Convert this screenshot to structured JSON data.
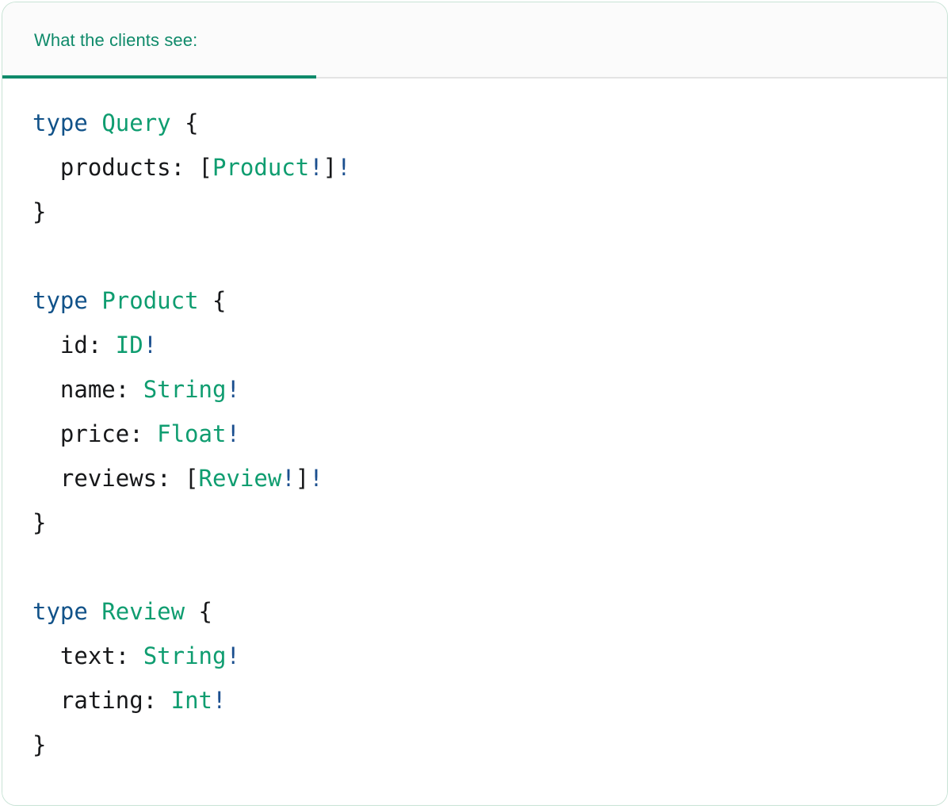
{
  "card": {
    "accent_color": "#0f8a6a",
    "border_color": "#c8e3d5",
    "background": "#ffffff"
  },
  "header": {
    "tab_label": "What the clients see:",
    "tab_background": "#fbfbfb",
    "underline_color": "#0f8a6a",
    "inactive_underline_color": "#e4e4e4",
    "label_color": "#0f8a6a"
  },
  "code": {
    "language": "graphql",
    "colors": {
      "keyword": "#115289",
      "typename": "#0f9d70",
      "field": "#17181a",
      "type": "#0f9d70",
      "punct": "#17181a",
      "bang": "#1b4f8f"
    },
    "lines": [
      [
        {
          "t": "type",
          "c": "keyword"
        },
        {
          "t": " ",
          "c": "punct"
        },
        {
          "t": "Query",
          "c": "typename"
        },
        {
          "t": " {",
          "c": "punct"
        }
      ],
      [
        {
          "t": "  products: ",
          "c": "field"
        },
        {
          "t": "[",
          "c": "punct"
        },
        {
          "t": "Product",
          "c": "type"
        },
        {
          "t": "!",
          "c": "bang"
        },
        {
          "t": "]",
          "c": "punct"
        },
        {
          "t": "!",
          "c": "bang"
        }
      ],
      [
        {
          "t": "}",
          "c": "punct"
        }
      ],
      [],
      [
        {
          "t": "type",
          "c": "keyword"
        },
        {
          "t": " ",
          "c": "punct"
        },
        {
          "t": "Product",
          "c": "typename"
        },
        {
          "t": " {",
          "c": "punct"
        }
      ],
      [
        {
          "t": "  id: ",
          "c": "field"
        },
        {
          "t": "ID",
          "c": "type"
        },
        {
          "t": "!",
          "c": "bang"
        }
      ],
      [
        {
          "t": "  name: ",
          "c": "field"
        },
        {
          "t": "String",
          "c": "type"
        },
        {
          "t": "!",
          "c": "bang"
        }
      ],
      [
        {
          "t": "  price: ",
          "c": "field"
        },
        {
          "t": "Float",
          "c": "type"
        },
        {
          "t": "!",
          "c": "bang"
        }
      ],
      [
        {
          "t": "  reviews: ",
          "c": "field"
        },
        {
          "t": "[",
          "c": "punct"
        },
        {
          "t": "Review",
          "c": "type"
        },
        {
          "t": "!",
          "c": "bang"
        },
        {
          "t": "]",
          "c": "punct"
        },
        {
          "t": "!",
          "c": "bang"
        }
      ],
      [
        {
          "t": "}",
          "c": "punct"
        }
      ],
      [],
      [
        {
          "t": "type",
          "c": "keyword"
        },
        {
          "t": " ",
          "c": "punct"
        },
        {
          "t": "Review",
          "c": "typename"
        },
        {
          "t": " {",
          "c": "punct"
        }
      ],
      [
        {
          "t": "  text: ",
          "c": "field"
        },
        {
          "t": "String",
          "c": "type"
        },
        {
          "t": "!",
          "c": "bang"
        }
      ],
      [
        {
          "t": "  rating: ",
          "c": "field"
        },
        {
          "t": "Int",
          "c": "type"
        },
        {
          "t": "!",
          "c": "bang"
        }
      ],
      [
        {
          "t": "}",
          "c": "punct"
        }
      ]
    ],
    "plain_text": "type Query {\n  products: [Product!]!\n}\n\ntype Product {\n  id: ID!\n  name: String!\n  price: Float!\n  reviews: [Review!]!\n}\n\ntype Review {\n  text: String!\n  rating: Int!\n}"
  }
}
